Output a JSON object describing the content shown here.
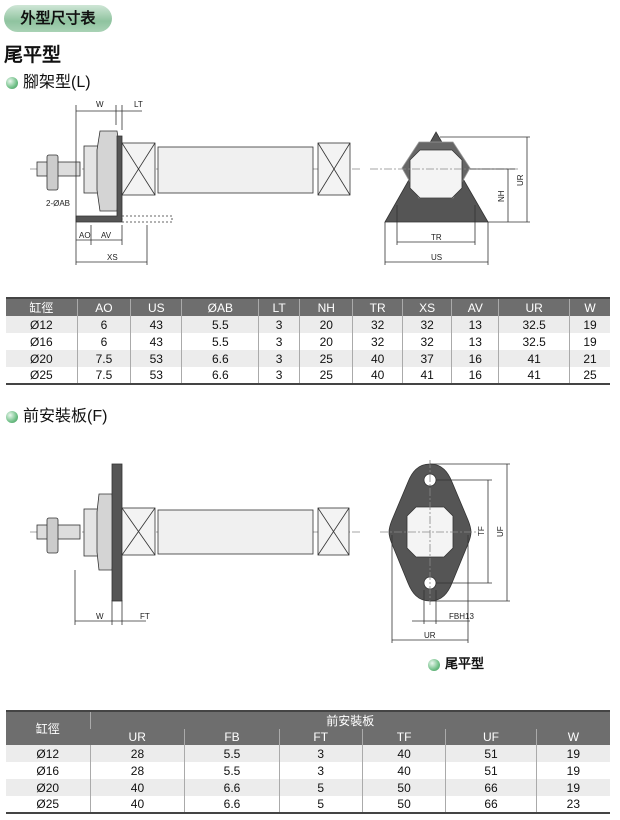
{
  "header": {
    "badge": "外型尺寸表",
    "title": "尾平型"
  },
  "section_l": {
    "title": "腳架型(L)",
    "dims": {
      "w": "W",
      "lt": "LT",
      "ab": "2-ØAB",
      "ao": "AO",
      "av": "AV",
      "xs": "XS",
      "tr": "TR",
      "us": "US",
      "nh": "NH",
      "ur": "UR"
    },
    "table": {
      "headers": [
        "缸徑",
        "AO",
        "US",
        "ØAB",
        "LT",
        "NH",
        "TR",
        "XS",
        "AV",
        "UR",
        "W"
      ],
      "rows": [
        [
          "Ø12",
          "6",
          "43",
          "5.5",
          "3",
          "20",
          "32",
          "32",
          "13",
          "32.5",
          "19"
        ],
        [
          "Ø16",
          "6",
          "43",
          "5.5",
          "3",
          "20",
          "32",
          "32",
          "13",
          "32.5",
          "19"
        ],
        [
          "Ø20",
          "7.5",
          "53",
          "6.6",
          "3",
          "25",
          "40",
          "37",
          "16",
          "41",
          "21"
        ],
        [
          "Ø25",
          "7.5",
          "53",
          "6.6",
          "3",
          "25",
          "40",
          "41",
          "16",
          "41",
          "25"
        ]
      ]
    }
  },
  "section_f": {
    "title": "前安裝板(F)",
    "caption": "尾平型",
    "dims": {
      "w": "W",
      "ft": "FT",
      "tf": "TF",
      "uf": "UF",
      "fbh": "FBH13",
      "ur": "UR"
    },
    "table": {
      "bore": "缸徑",
      "group": "前安裝板",
      "headers": [
        "UR",
        "FB",
        "FT",
        "TF",
        "UF",
        "W"
      ],
      "rows": [
        [
          "Ø12",
          "28",
          "5.5",
          "3",
          "40",
          "51",
          "19"
        ],
        [
          "Ø16",
          "28",
          "5.5",
          "3",
          "40",
          "51",
          "19"
        ],
        [
          "Ø20",
          "40",
          "6.6",
          "5",
          "50",
          "66",
          "19"
        ],
        [
          "Ø25",
          "40",
          "6.6",
          "5",
          "50",
          "66",
          "23"
        ]
      ]
    }
  }
}
